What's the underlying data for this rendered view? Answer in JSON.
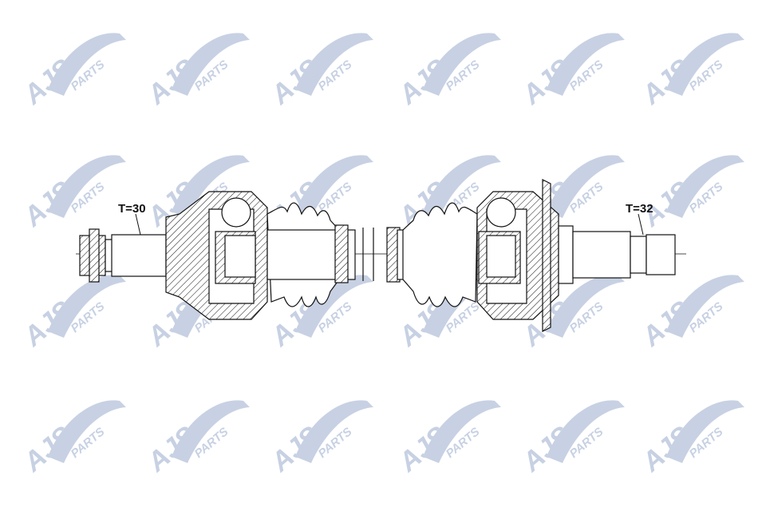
{
  "diagram": {
    "title": "Drive shaft technical drawing",
    "left_label": "T=30",
    "right_label": "T=32"
  },
  "watermark": {
    "brand": "AJS",
    "sub": "PARTS",
    "color": "#c5cfe2"
  },
  "colors": {
    "line": "#111111",
    "background": "#ffffff"
  }
}
